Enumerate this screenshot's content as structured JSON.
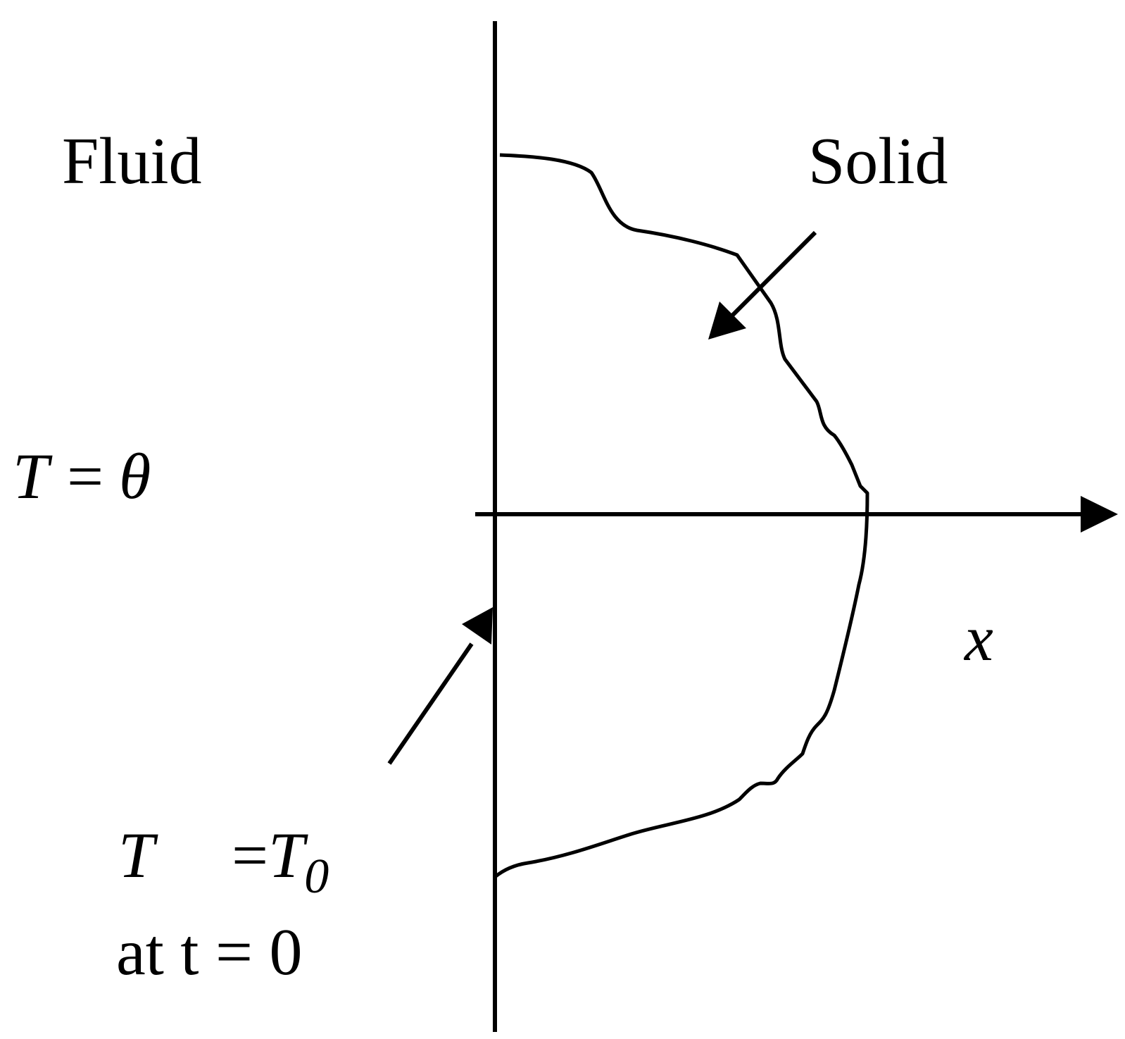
{
  "labels": {
    "fluid": "Fluid",
    "solid": "Solid",
    "x_axis": "x",
    "fluid_temp": {
      "T": "T",
      "eq": "=",
      "theta": "θ"
    },
    "boundary_temp": {
      "T": "T",
      "eq": "=",
      "T0_base": "T",
      "T0_sub": "0"
    },
    "time_condition": "at t = 0"
  },
  "colors": {
    "stroke": "#000000",
    "background": "#ffffff"
  }
}
